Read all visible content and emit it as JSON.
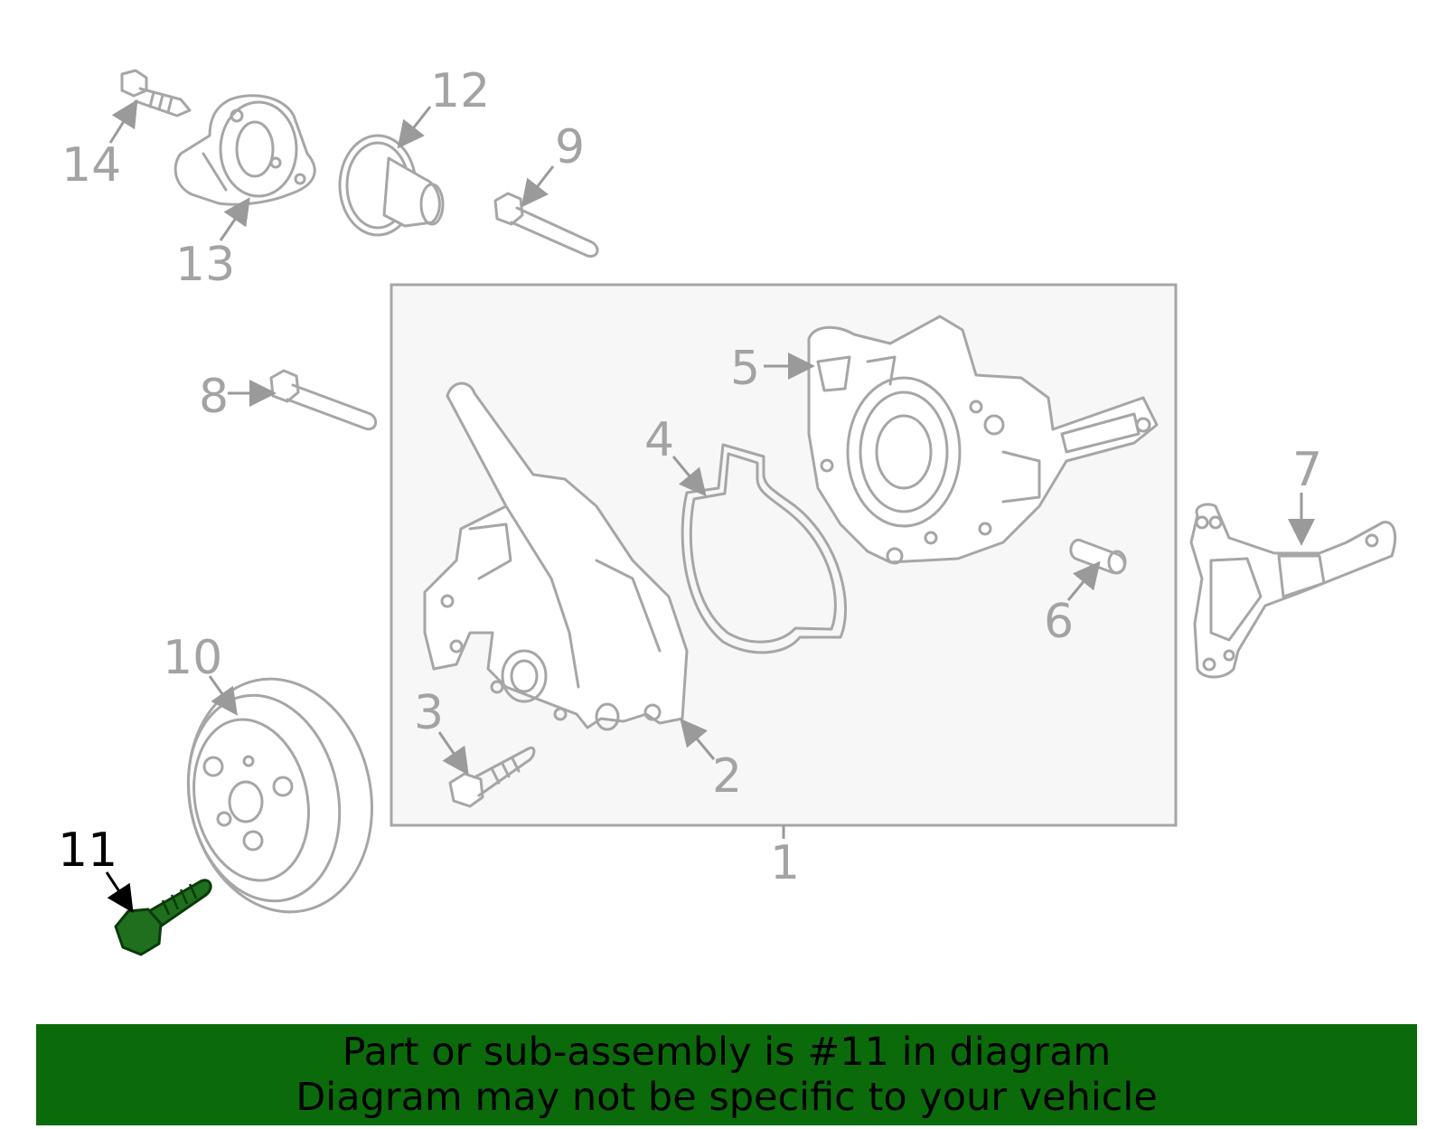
{
  "diagram": {
    "callouts": {
      "c1": "1",
      "c2": "2",
      "c3": "3",
      "c4": "4",
      "c5": "5",
      "c6": "6",
      "c7": "7",
      "c8": "8",
      "c9": "9",
      "c10": "10",
      "c11": "11",
      "c12": "12",
      "c13": "13",
      "c14": "14"
    },
    "highlighted_part": "11",
    "colors": {
      "line_art": "#a6a6a6",
      "highlight_part": "#1f6f1f",
      "assembly_box_fill": "#f7f7f7",
      "banner_bg": "#0b6b0b",
      "banner_text": "#000000"
    }
  },
  "banner": {
    "line1": "Part or sub-assembly is #11 in diagram",
    "line2": "Diagram may not be specific to your vehicle"
  }
}
